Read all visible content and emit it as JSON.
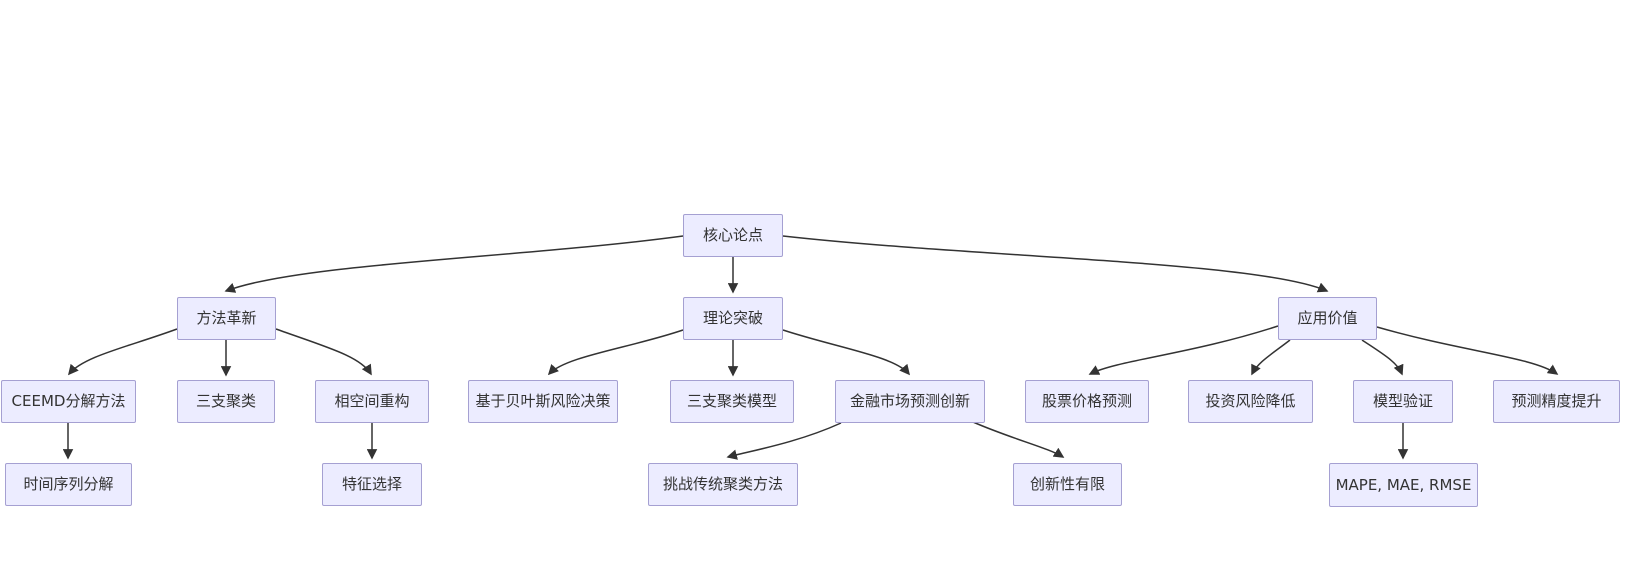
{
  "diagram": {
    "type": "flowchart-top-down",
    "colors": {
      "background": "#ffffff",
      "node_fill": "#ececff",
      "node_border": "#a5a0d2",
      "edge_color": "#333333",
      "text_color": "#333333"
    },
    "nodes": [
      {
        "id": "core-thesis",
        "label": "核心论点"
      },
      {
        "id": "method-innovation",
        "label": "方法革新"
      },
      {
        "id": "theory-breakthrough",
        "label": "理论突破"
      },
      {
        "id": "application-value",
        "label": "应用价值"
      },
      {
        "id": "ceemd-decomposition",
        "label": "CEEMD分解方法"
      },
      {
        "id": "three-way-clustering",
        "label": "三支聚类"
      },
      {
        "id": "phase-space-reconstruction",
        "label": "相空间重构"
      },
      {
        "id": "bayesian-risk-decision",
        "label": "基于贝叶斯风险决策"
      },
      {
        "id": "three-way-clustering-model",
        "label": "三支聚类模型"
      },
      {
        "id": "financial-market-forecast-innovation",
        "label": "金融市场预测创新"
      },
      {
        "id": "stock-price-prediction",
        "label": "股票价格预测"
      },
      {
        "id": "investment-risk-reduction",
        "label": "投资风险降低"
      },
      {
        "id": "model-validation",
        "label": "模型验证"
      },
      {
        "id": "forecast-accuracy-improvement",
        "label": "预测精度提升"
      },
      {
        "id": "time-series-decomposition",
        "label": "时间序列分解"
      },
      {
        "id": "feature-selection",
        "label": "特征选择"
      },
      {
        "id": "challenge-traditional-clustering",
        "label": "挑战传统聚类方法"
      },
      {
        "id": "limited-innovation",
        "label": "创新性有限"
      },
      {
        "id": "evaluation-metrics",
        "label": "MAPE, MAE, RMSE"
      }
    ],
    "edges": [
      {
        "from": "core-thesis",
        "to": "method-innovation"
      },
      {
        "from": "core-thesis",
        "to": "theory-breakthrough"
      },
      {
        "from": "core-thesis",
        "to": "application-value"
      },
      {
        "from": "method-innovation",
        "to": "ceemd-decomposition"
      },
      {
        "from": "method-innovation",
        "to": "three-way-clustering"
      },
      {
        "from": "method-innovation",
        "to": "phase-space-reconstruction"
      },
      {
        "from": "ceemd-decomposition",
        "to": "time-series-decomposition"
      },
      {
        "from": "phase-space-reconstruction",
        "to": "feature-selection"
      },
      {
        "from": "theory-breakthrough",
        "to": "bayesian-risk-decision"
      },
      {
        "from": "theory-breakthrough",
        "to": "three-way-clustering-model"
      },
      {
        "from": "theory-breakthrough",
        "to": "financial-market-forecast-innovation"
      },
      {
        "from": "financial-market-forecast-innovation",
        "to": "challenge-traditional-clustering"
      },
      {
        "from": "financial-market-forecast-innovation",
        "to": "limited-innovation"
      },
      {
        "from": "application-value",
        "to": "stock-price-prediction"
      },
      {
        "from": "application-value",
        "to": "investment-risk-reduction"
      },
      {
        "from": "application-value",
        "to": "model-validation"
      },
      {
        "from": "application-value",
        "to": "forecast-accuracy-improvement"
      },
      {
        "from": "model-validation",
        "to": "evaluation-metrics"
      }
    ]
  }
}
